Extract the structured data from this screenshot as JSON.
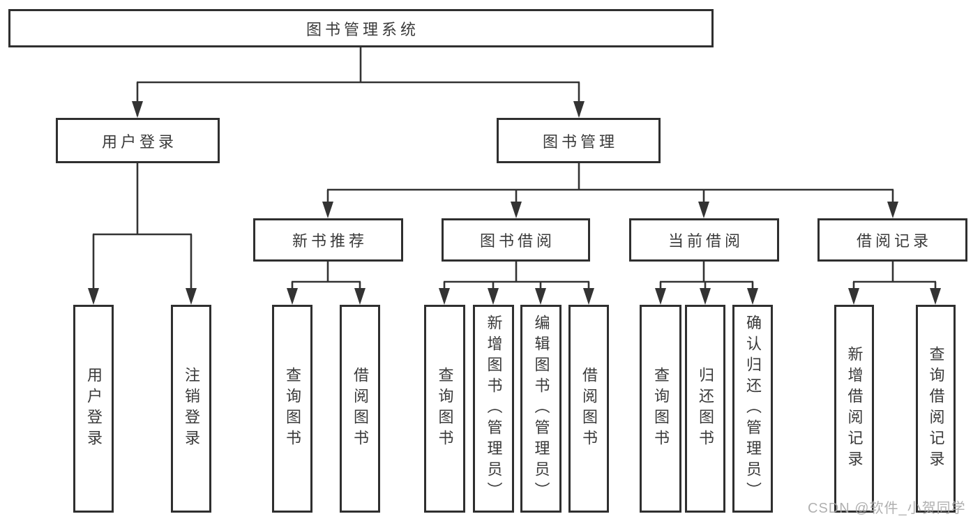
{
  "tree": {
    "root": {
      "label": "图书管理系统",
      "children": [
        {
          "label": "用户登录",
          "children": [
            {
              "label": "用户登录"
            },
            {
              "label": "注销登录"
            }
          ]
        },
        {
          "label": "图书管理",
          "children": [
            {
              "label": "新书推荐",
              "children": [
                {
                  "label": "查询图书"
                },
                {
                  "label": "借阅图书"
                }
              ]
            },
            {
              "label": "图书借阅",
              "children": [
                {
                  "label": "查询图书"
                },
                {
                  "label": "新增图书（管理员）"
                },
                {
                  "label": "编辑图书（管理员）"
                },
                {
                  "label": "借阅图书"
                }
              ]
            },
            {
              "label": "当前借阅",
              "children": [
                {
                  "label": "查询图书"
                },
                {
                  "label": "归还图书"
                },
                {
                  "label": "确认归还（管理员）"
                }
              ]
            },
            {
              "label": "借阅记录",
              "children": [
                {
                  "label": "新增借阅记录"
                },
                {
                  "label": "查询借阅记录"
                }
              ]
            }
          ]
        }
      ]
    }
  },
  "watermark": "CSDN @软件_小贺同学",
  "colors": {
    "line": "#333333",
    "border": "#2f2f2f",
    "text": "#3a3a3a",
    "bg": "#ffffff",
    "watermark": "#a8a8a8"
  }
}
